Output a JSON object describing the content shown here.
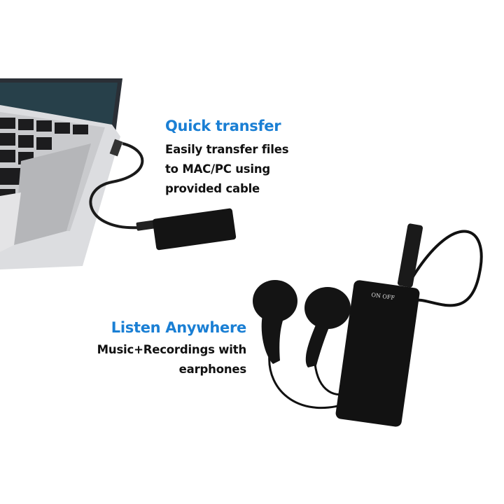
{
  "colors": {
    "heading": "#1a7fd4",
    "body_text": "#111111",
    "background": "#ffffff",
    "device": "#111111",
    "laptop": "#d9dadc"
  },
  "section_transfer": {
    "heading": "Quick transfer",
    "lines": [
      "Easily transfer files",
      "to MAC/PC using",
      "provided cable"
    ]
  },
  "section_listen": {
    "heading": "Listen Anywhere",
    "lines": [
      "Music+Recordings with",
      "earphones"
    ]
  },
  "device_labels": {
    "switch": "ON  OFF"
  },
  "images": [
    "laptop-with-usb-cable",
    "voice-recorder-with-earphones"
  ]
}
